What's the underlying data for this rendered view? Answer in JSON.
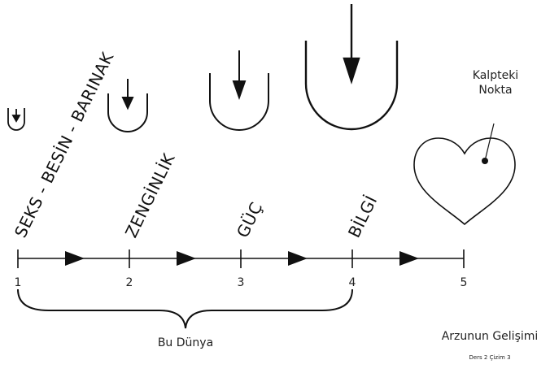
{
  "stages": [
    {
      "number": "1",
      "label": "SEKS - BESİN - BARINAK"
    },
    {
      "number": "2",
      "label": "ZENGİNLİK"
    },
    {
      "number": "3",
      "label": "GÜÇ"
    },
    {
      "number": "4",
      "label": "BİLGİ"
    },
    {
      "number": "5",
      "label": ""
    }
  ],
  "brace_label": "Bu Dünya",
  "heart_label_line1": "Kalpteki",
  "heart_label_line2": "Nokta",
  "caption_title": "Arzunun Gelişimi",
  "caption_sub": "Ders 2 Çizim 3"
}
